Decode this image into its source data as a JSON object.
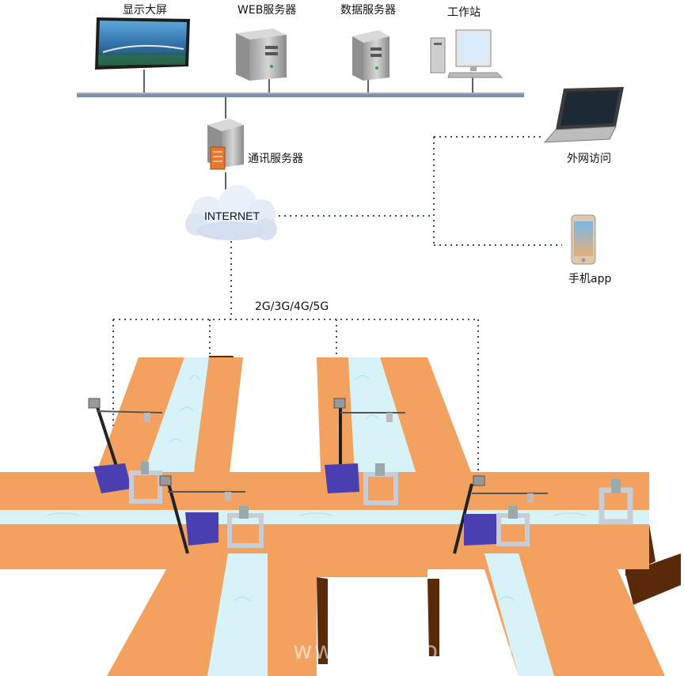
{
  "labels": {
    "display_screen": "显示大屏",
    "web_server": "WEB服务器",
    "data_server": "数据服务器",
    "workstation": "工作站",
    "comm_server": "通讯服务器",
    "internet": "INTERNET",
    "external_access": "外网访问",
    "mobile_app": "手机app",
    "network_types": "2G/3G/4G/5G"
  },
  "watermark": "www.rainiot.com",
  "colors": {
    "canal": "#f2a15e",
    "canal_dark": "#5a2a0a",
    "water": "#d8f3f7",
    "bus": "#7a8fa8",
    "link": "#2f4f7a",
    "gate": "#d8dbe2",
    "controller": "#4a3fb0"
  }
}
